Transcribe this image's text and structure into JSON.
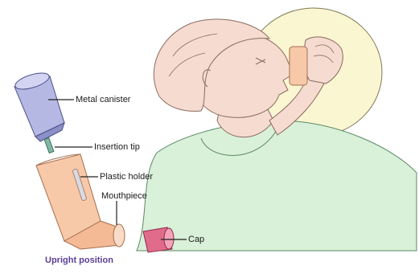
{
  "labels": {
    "canister": "Metal canister",
    "insertion_tip": "Insertion tip",
    "plastic_holder": "Plastic holder",
    "mouthpiece": "Mouthpiece",
    "cap": "Cap"
  },
  "caption": "Upright position",
  "colors": {
    "skin": "#f6dcd0",
    "shirt": "#d9f0d9",
    "halo": "#fbf6d2",
    "holder": "#f7c9a8",
    "canister": "#b6b8e4",
    "cap": "#e06b8a",
    "caption": "#5b3f96"
  }
}
